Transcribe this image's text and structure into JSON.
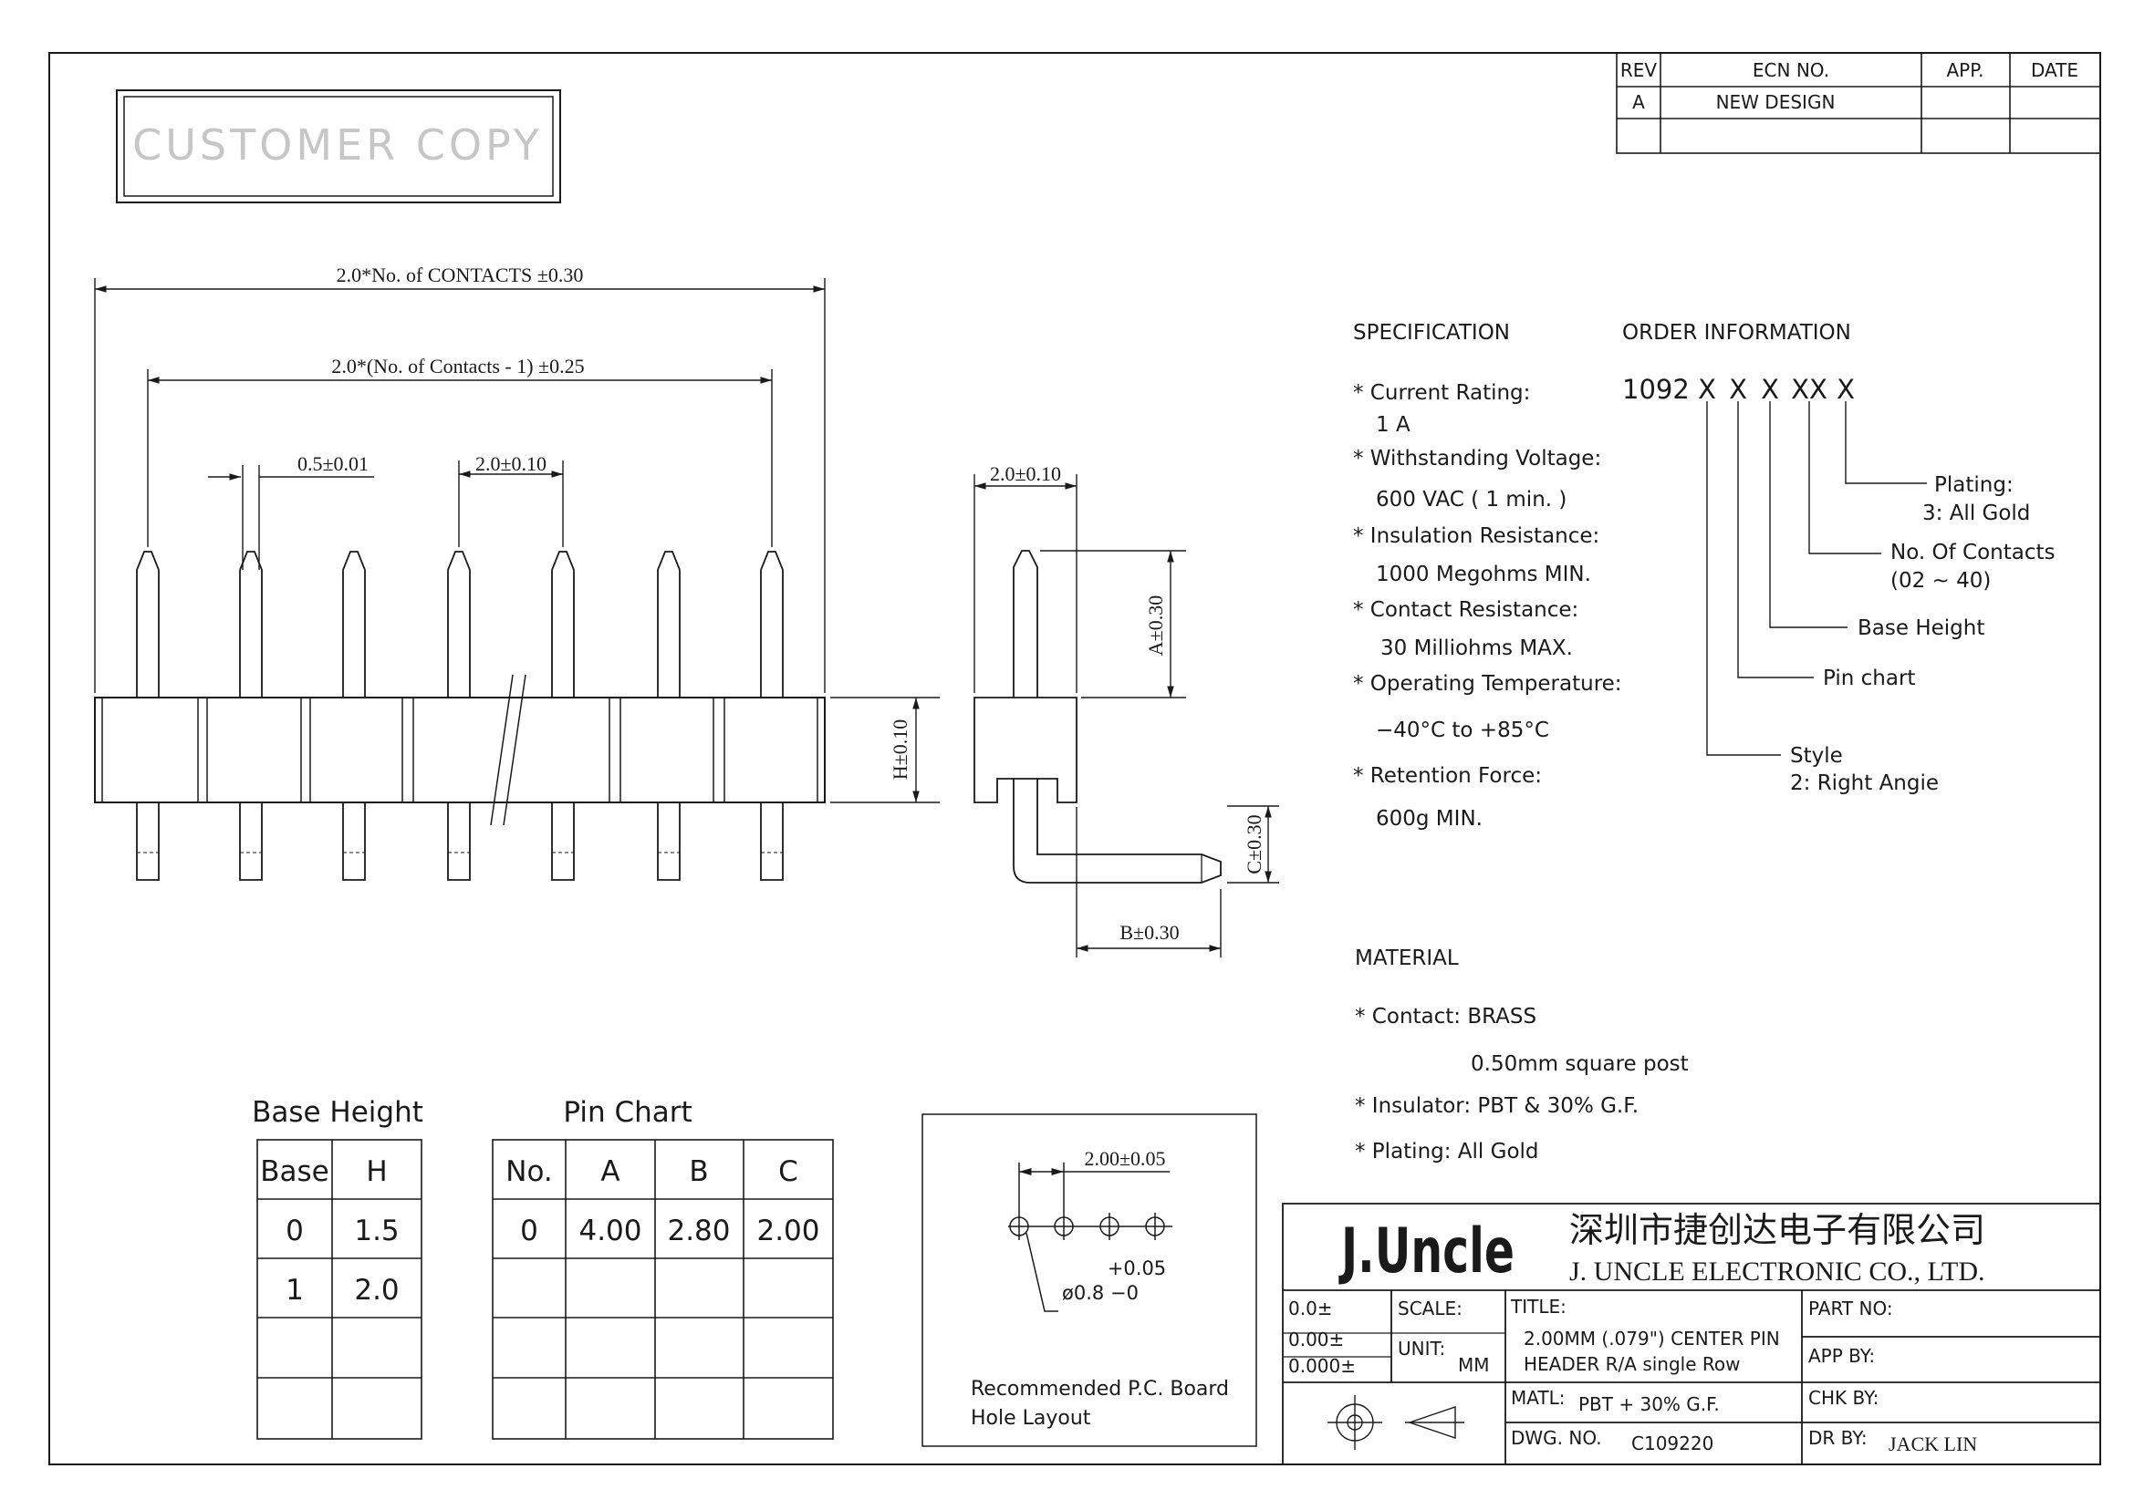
{
  "stamp": {
    "text": "CUSTOMER COPY"
  },
  "revision": {
    "headers": [
      "REV",
      "ECN NO.",
      "APP.",
      "DATE"
    ],
    "rows": [
      [
        "A",
        "NEW DESIGN",
        "",
        ""
      ],
      [
        "",
        "",
        "",
        ""
      ]
    ]
  },
  "dims": {
    "overall": "2.0*No. of CONTACTS ±0.30",
    "pitch_span": "2.0*(No. of Contacts - 1) ±0.25",
    "pin_width": "0.5±0.01",
    "pitch": "2.0±0.10",
    "base_height": "H±0.10",
    "side_width": "2.0±0.10",
    "a": "A±0.30",
    "b": "B±0.30",
    "c": "C±0.30",
    "pcb_pitch": "2.00±0.05",
    "hole_tol": "+0.05",
    "hole_dia": "ø0.8 −0"
  },
  "specification": {
    "title": "SPECIFICATION",
    "lines": [
      "* Current Rating:",
      "1 A",
      "* Withstanding Voltage:",
      "600 VAC ( 1 min. )",
      "* Insulation Resistance:",
      "1000 Megohms MIN.",
      "* Contact Resistance:",
      "30 Milliohms MAX.",
      "* Operating Temperature:",
      "−40°C to +85°C",
      "* Retention Force:",
      "600g MIN."
    ]
  },
  "order": {
    "title": "ORDER INFORMATION",
    "code_prefix": "1092",
    "code_parts": [
      "X",
      "X",
      "X",
      "XX",
      "X"
    ],
    "labels": {
      "plating": "Plating:",
      "plating_value": "3: All Gold",
      "contacts": "No. Of Contacts",
      "contacts_range": "(02 ~ 40)",
      "base_height": "Base Height",
      "pin_chart": "Pin chart",
      "style": "Style",
      "style_value": "2: Right Angie"
    }
  },
  "material": {
    "title": "MATERIAL",
    "lines": [
      "* Contact: BRASS",
      "0.50mm square post",
      "* Insulator: PBT & 30% G.F.",
      "* Plating: All Gold"
    ]
  },
  "base_height_table": {
    "title": "Base Height",
    "headers": [
      "Base",
      "H"
    ],
    "rows": [
      [
        "0",
        "1.5"
      ],
      [
        "1",
        "2.0"
      ],
      [
        "",
        ""
      ],
      [
        "",
        ""
      ]
    ]
  },
  "pin_chart_table": {
    "title": "Pin Chart",
    "headers": [
      "No.",
      "A",
      "B",
      "C"
    ],
    "rows": [
      [
        "0",
        "4.00",
        "2.80",
        "2.00"
      ],
      [
        "",
        "",
        "",
        ""
      ],
      [
        "",
        "",
        "",
        ""
      ],
      [
        "",
        "",
        "",
        ""
      ]
    ]
  },
  "pcb": {
    "caption_1": "Recommended P.C. Board",
    "caption_2": "Hole Layout"
  },
  "title_block": {
    "logo": "J.Uncle",
    "company_cn": "深圳市捷创达电子有限公司",
    "company_en": "J. UNCLE ELECTRONIC CO., LTD.",
    "tol1": "0.0±",
    "tol2": "0.00±",
    "tol3": "0.000±",
    "scale_label": "SCALE:",
    "unit_label": "UNIT:",
    "unit_value": "MM",
    "title_label": "TITLE:",
    "title_line1": "2.00MM (.079\") CENTER PIN",
    "title_line2": "HEADER R/A single Row",
    "part_label": "PART NO:",
    "app_label": "APP BY:",
    "chk_label": "CHK BY:",
    "dr_label": "DR BY:",
    "dr_value": "JACK LIN",
    "matl_label": "MATL:",
    "matl_value": "PBT + 30% G.F.",
    "dwg_label": "DWG. NO.",
    "dwg_value": "C109220"
  }
}
